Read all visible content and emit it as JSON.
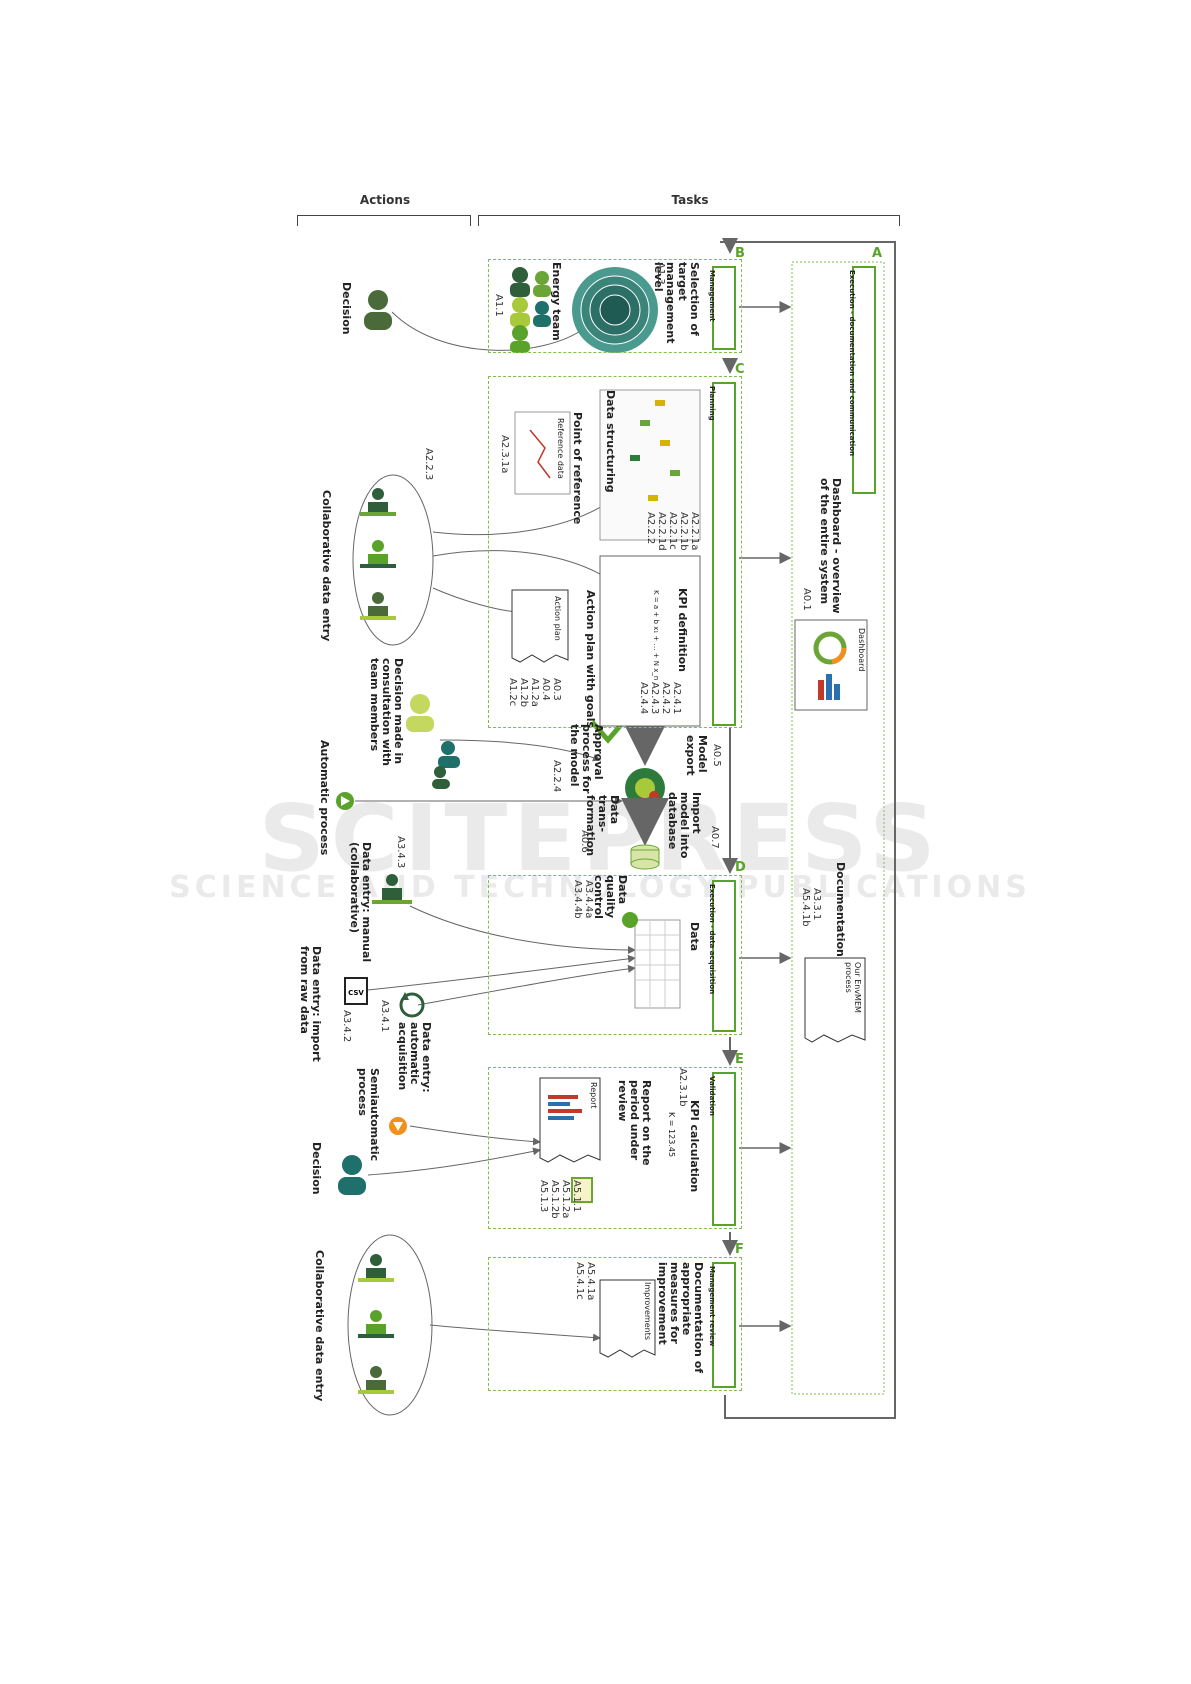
{
  "headers": {
    "actions": "Actions",
    "tasks": "Tasks"
  },
  "lanes": [
    {
      "letter": "A",
      "label": "Execution - documentation and communication"
    },
    {
      "letter": "B",
      "label": "Management"
    },
    {
      "letter": "C",
      "label": "Planning"
    },
    {
      "letter": "D",
      "label": "Execution - data acquisition"
    },
    {
      "letter": "E",
      "label": "Validation"
    },
    {
      "letter": "F",
      "label": "Management review"
    }
  ],
  "laneA": {
    "dashboard_title": "Dashboard - overview of the entire system",
    "dashboard_code": "A0.1",
    "dashboard_thumb": "Dashboard",
    "documentation_title": "Documentation",
    "documentation_codes": "A3.3.1\nA5.4.1b",
    "doc_thumb": "Our EnvMEM process"
  },
  "laneB": {
    "title": "Selection of target management level",
    "code_top": "A1.3",
    "team": "Energy team",
    "code_bottom": "A1.1"
  },
  "laneC": {
    "data_structuring": "Data structuring",
    "data_structuring_codes": "A2.2.1a\nA2.2.1b\nA2.2.1c\nA2.2.1d\nA2.2.2",
    "point_of_reference": "Point of reference",
    "reference_thumb": "Reference data",
    "point_code": "A2.3.1a",
    "kpi_definition": "KPI definition",
    "kpi_codes": "A2.4.1\nA2.4.2\nA2.4.3\nA2.4.4",
    "kpi_formula": "K = a + b x₁ + … + N x_n",
    "action_plan": "Action plan with goals",
    "action_plan_thumb": "Action plan",
    "action_plan_codes": "A0.3\nA0.4\nA1.2a\nA1.2b\nA1.2c",
    "approval": "Approval process for the model",
    "approval_code": "A2.2.4",
    "model_export": "Model export",
    "model_export_code": "A0.5",
    "data_transformation": "Data trans-formation",
    "data_transformation_code": "A0.6",
    "import_model": "Import model into database",
    "import_model_code": "A0.7"
  },
  "laneD": {
    "data": "Data",
    "data_quality": "Data quality control",
    "data_quality_codes": "A3.4.4a\nA3.4.4b"
  },
  "laneE": {
    "kpi_calculation": "KPI calculation",
    "kpi_value": "K = 123.45",
    "kpi_code": "A2.3.1b",
    "report_title": "Report on the period under review",
    "report_thumb": "Report",
    "report_codes": "A5.1.1\nA5.1.2a\nA5.1.2b\nA5.1.3"
  },
  "laneF": {
    "title": "Documentation of appropriate measures for improvement",
    "thumb": "Improvements",
    "codes": "A5.4.1a\nA5.4.1c"
  },
  "actions": {
    "decision_1": "Decision",
    "collab_1": "Collaborative data entry",
    "collab_1_code": "A2.2.3",
    "decision_consult": "Decision made in consultation with team members",
    "automatic": "Automatic process",
    "manual_entry": "Data entry: manual (collaborative)",
    "manual_code": "A3.4.3",
    "csv_entry": "Data entry: import from raw data",
    "csv_code": "A3.4.2",
    "auto_entry": "Data entry: automatic acquisition",
    "auto_code": "A3.4.1",
    "semiautomatic": "Semiautomatic process",
    "decision_2": "Decision",
    "collab_2": "Collaborative data entry"
  },
  "watermark": {
    "main": "SCITEPRESS",
    "sub": "SCIENCE AND TECHNOLOGY PUBLICATIONS"
  },
  "colors": {
    "dark_green": "#2e5e3a",
    "mid_green": "#5aa32a",
    "light_green": "#a8c93a",
    "teal": "#1f6f6a",
    "orange": "#f0901e"
  }
}
